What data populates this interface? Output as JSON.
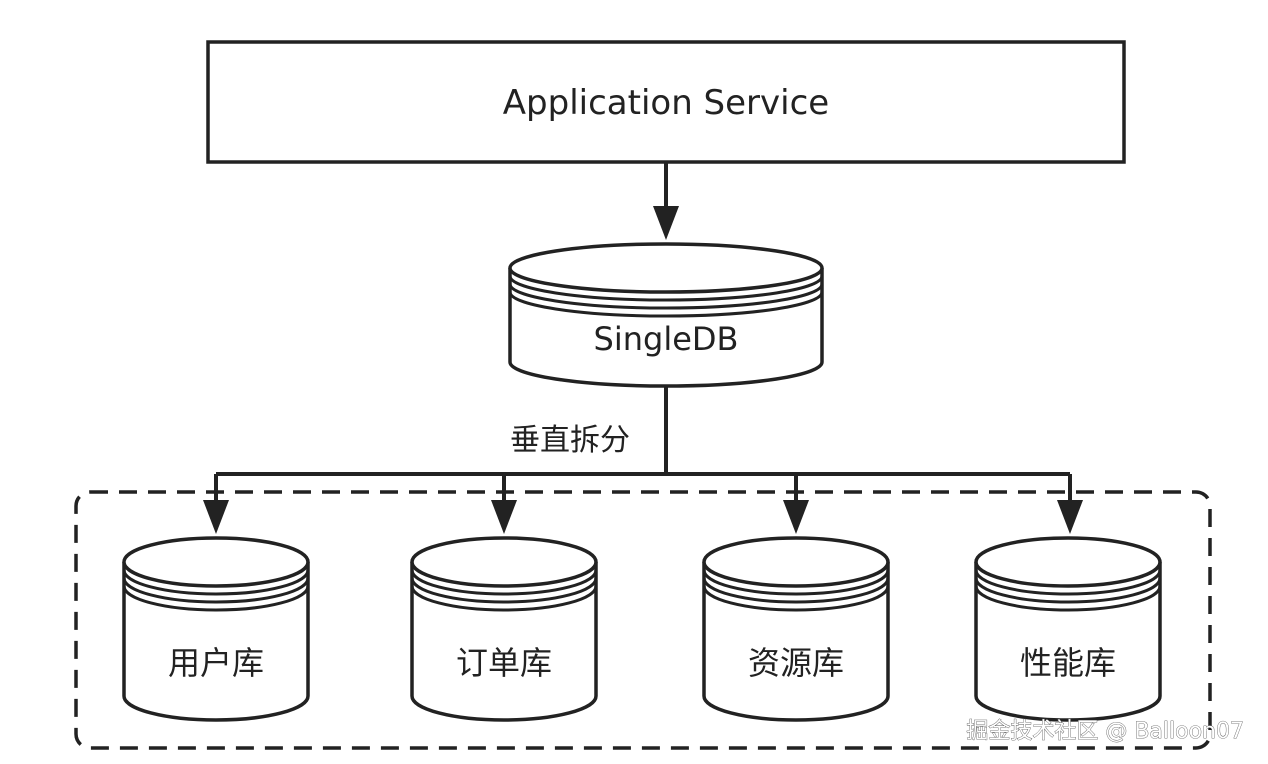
{
  "diagram": {
    "top_box": {
      "label": "Application Service"
    },
    "main_db": {
      "label": "SingleDB"
    },
    "split_label": "垂直拆分",
    "shards": [
      {
        "label": "用户库"
      },
      {
        "label": "订单库"
      },
      {
        "label": "资源库"
      },
      {
        "label": "性能库"
      }
    ],
    "watermark": "掘金技术社区 @ Balloon07"
  },
  "colors": {
    "stroke": "#222222",
    "background": "#ffffff"
  }
}
